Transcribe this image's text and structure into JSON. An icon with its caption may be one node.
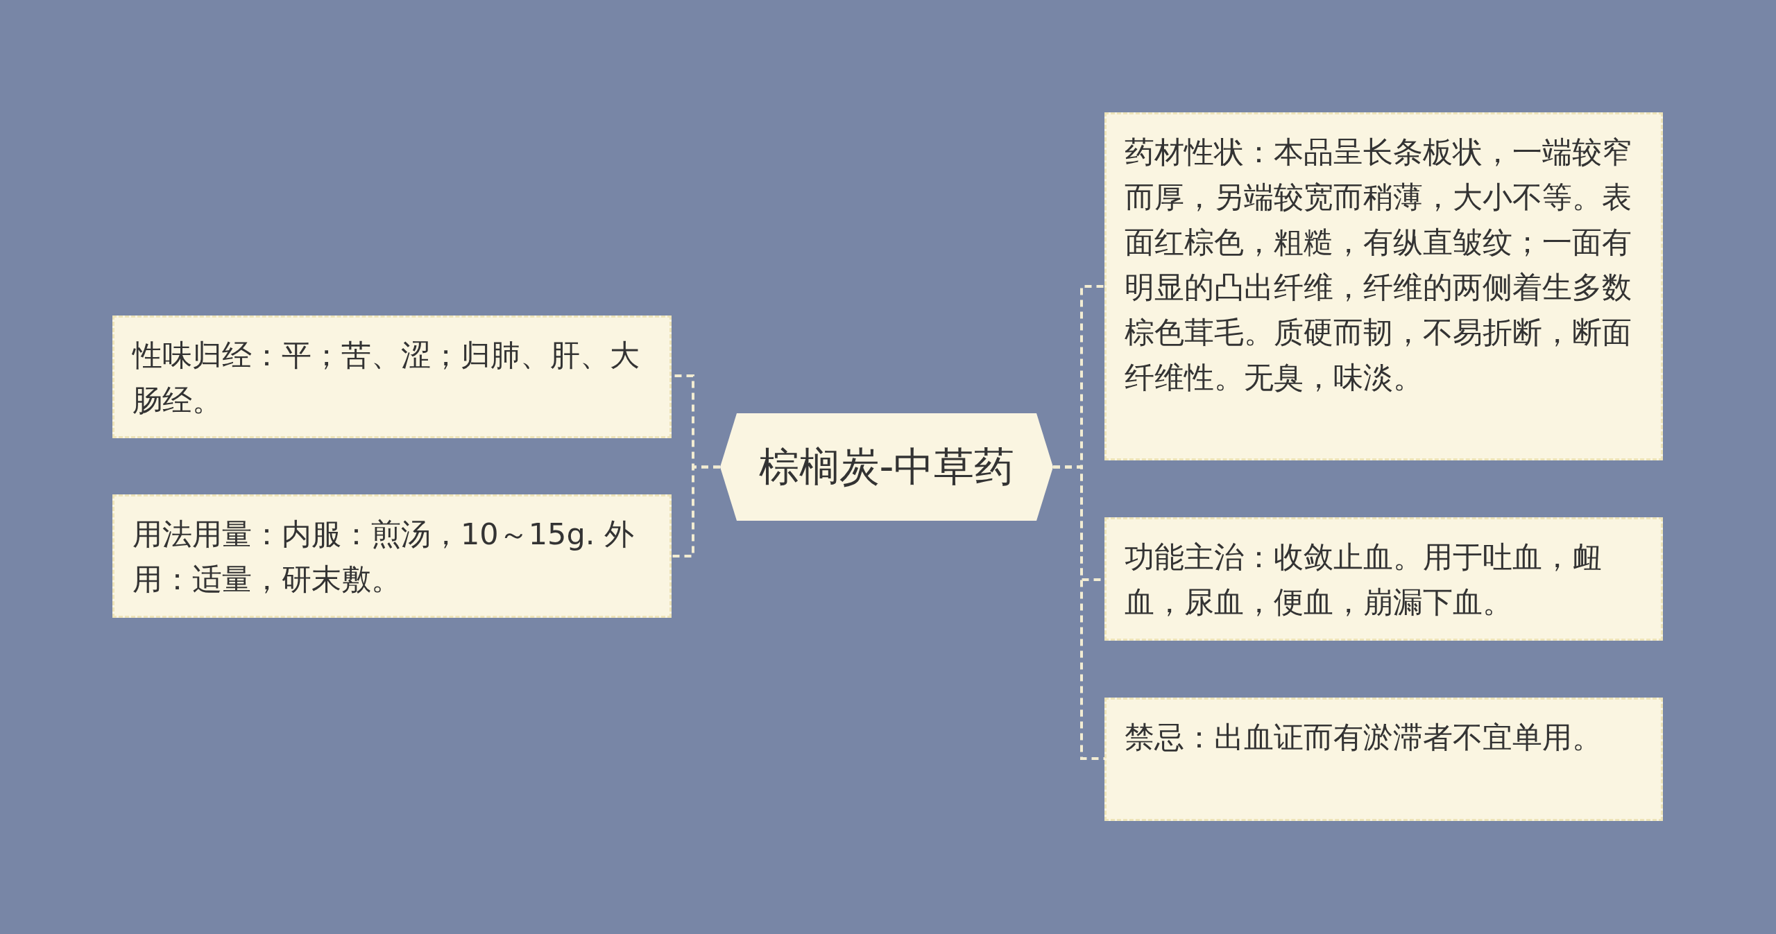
{
  "diagram": {
    "nodes": [
      {
        "text": [
          "棕榈炭-中草药"
        ]
      },
      {
        "text": [
          "性味归经：平；苦、涩；归肺、肝、大肠经。"
        ]
      },
      {
        "text": [
          "用法用量：内服：煎汤，10～15g. 外用：适量，研末敷。"
        ]
      },
      {
        "text": [
          "药材性状：本品呈长条板状，一端较窄而厚，另端较宽而稍薄，大小不等。表面红棕色，粗糙，有纵直皱纹；一面有明显的凸出纤维，纤维的两侧着生多数棕色茸毛。质硬而韧，不易折断，断面纤维性。无臭，味淡。"
        ]
      },
      {
        "text": [
          "功能主治：收敛止血。用于吐血，衄血，尿血，便血，崩漏下血。"
        ]
      },
      {
        "text": [
          "禁忌：出血证而有淤滞者不宜单用。"
        ]
      }
    ],
    "edges": [
      {
        "from": 0,
        "to": 1,
        "arrow": "none",
        "style": "dashed"
      },
      {
        "from": 0,
        "to": 2,
        "arrow": "none",
        "style": "dashed"
      },
      {
        "from": 0,
        "to": 3,
        "arrow": "none",
        "style": "dashed"
      },
      {
        "from": 0,
        "to": 4,
        "arrow": "none",
        "style": "dashed"
      },
      {
        "from": 0,
        "to": 5,
        "arrow": "none",
        "style": "dashed"
      }
    ]
  }
}
